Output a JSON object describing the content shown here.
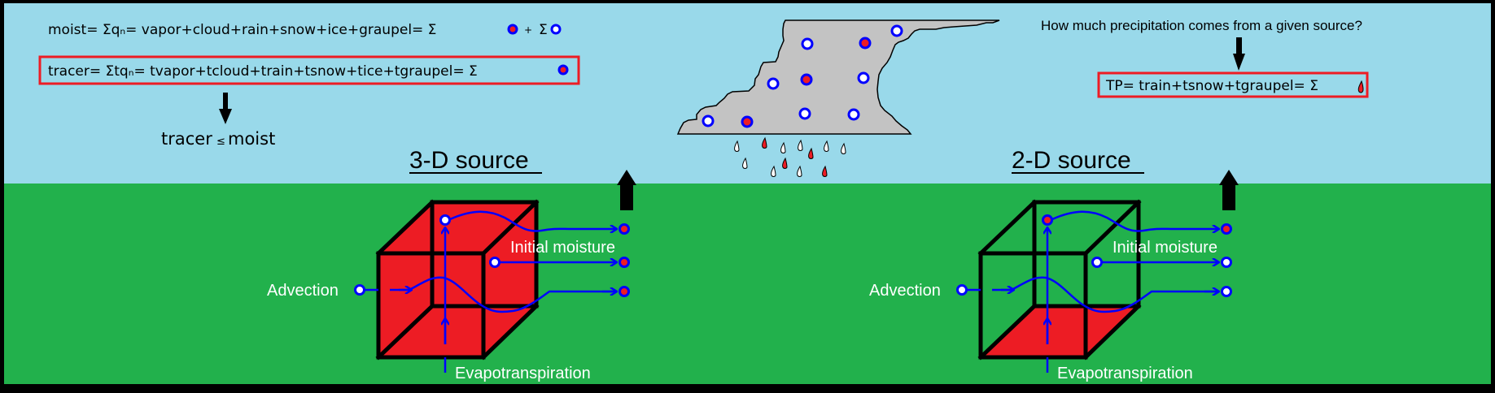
{
  "colors": {
    "sky": "#99d9ea",
    "ground": "#22b14c",
    "frame": "#000000",
    "cloud": "#c3c3c3",
    "tracer_red": "#ed1c24",
    "flow_blue": "#0000ff",
    "highlight_box": "#ed1c24",
    "label_white": "#ffffff"
  },
  "formulas": {
    "moist": {
      "text": "moist= Σqₙ= vapor+cloud+rain+snow+ice+graupel= Σ",
      "plus": "+",
      "sigma2": "Σ",
      "terms": [
        "tagged-particle",
        "untagged-particle"
      ]
    },
    "tracer": {
      "text": "tracer= Σtqₙ= tvapor+tcloud+train+tsnow+tice+tgraupel= Σ",
      "terms": [
        "tagged-particle"
      ]
    },
    "relation": {
      "left": "tracer",
      "op": "≤",
      "right": "moist"
    },
    "question": "How much precipitation comes from a given source?",
    "tp": {
      "text": "TP= train+tsnow+tgraupel= Σ",
      "terms": [
        "tagged-drop"
      ]
    }
  },
  "cloud": {
    "particles": [
      {
        "kind": "untagged"
      },
      {
        "kind": "tagged"
      },
      {
        "kind": "untagged"
      },
      {
        "kind": "untagged"
      },
      {
        "kind": "tagged"
      },
      {
        "kind": "untagged"
      },
      {
        "kind": "untagged"
      },
      {
        "kind": "tagged"
      },
      {
        "kind": "untagged"
      },
      {
        "kind": "untagged"
      }
    ],
    "drops": [
      {
        "kind": "untagged"
      },
      {
        "kind": "tagged"
      },
      {
        "kind": "untagged"
      },
      {
        "kind": "untagged"
      },
      {
        "kind": "tagged"
      },
      {
        "kind": "untagged"
      },
      {
        "kind": "untagged"
      },
      {
        "kind": "untagged"
      },
      {
        "kind": "tagged"
      },
      {
        "kind": "untagged"
      },
      {
        "kind": "untagged"
      },
      {
        "kind": "tagged"
      }
    ]
  },
  "panels": [
    {
      "title": "3-D source",
      "source_type": "3D",
      "labels": {
        "advection": "Advection",
        "initial_moisture": "Initial moisture",
        "evapotranspiration": "Evapotranspiration"
      },
      "outputs": [
        "tagged",
        "tagged",
        "tagged"
      ],
      "evap_particle_in_box": "untagged"
    },
    {
      "title": "2-D source",
      "source_type": "2D",
      "labels": {
        "advection": "Advection",
        "initial_moisture": "Initial moisture",
        "evapotranspiration": "Evapotranspiration"
      },
      "outputs": [
        "tagged",
        "untagged",
        "untagged"
      ],
      "evap_particle_in_box": "tagged"
    }
  ]
}
